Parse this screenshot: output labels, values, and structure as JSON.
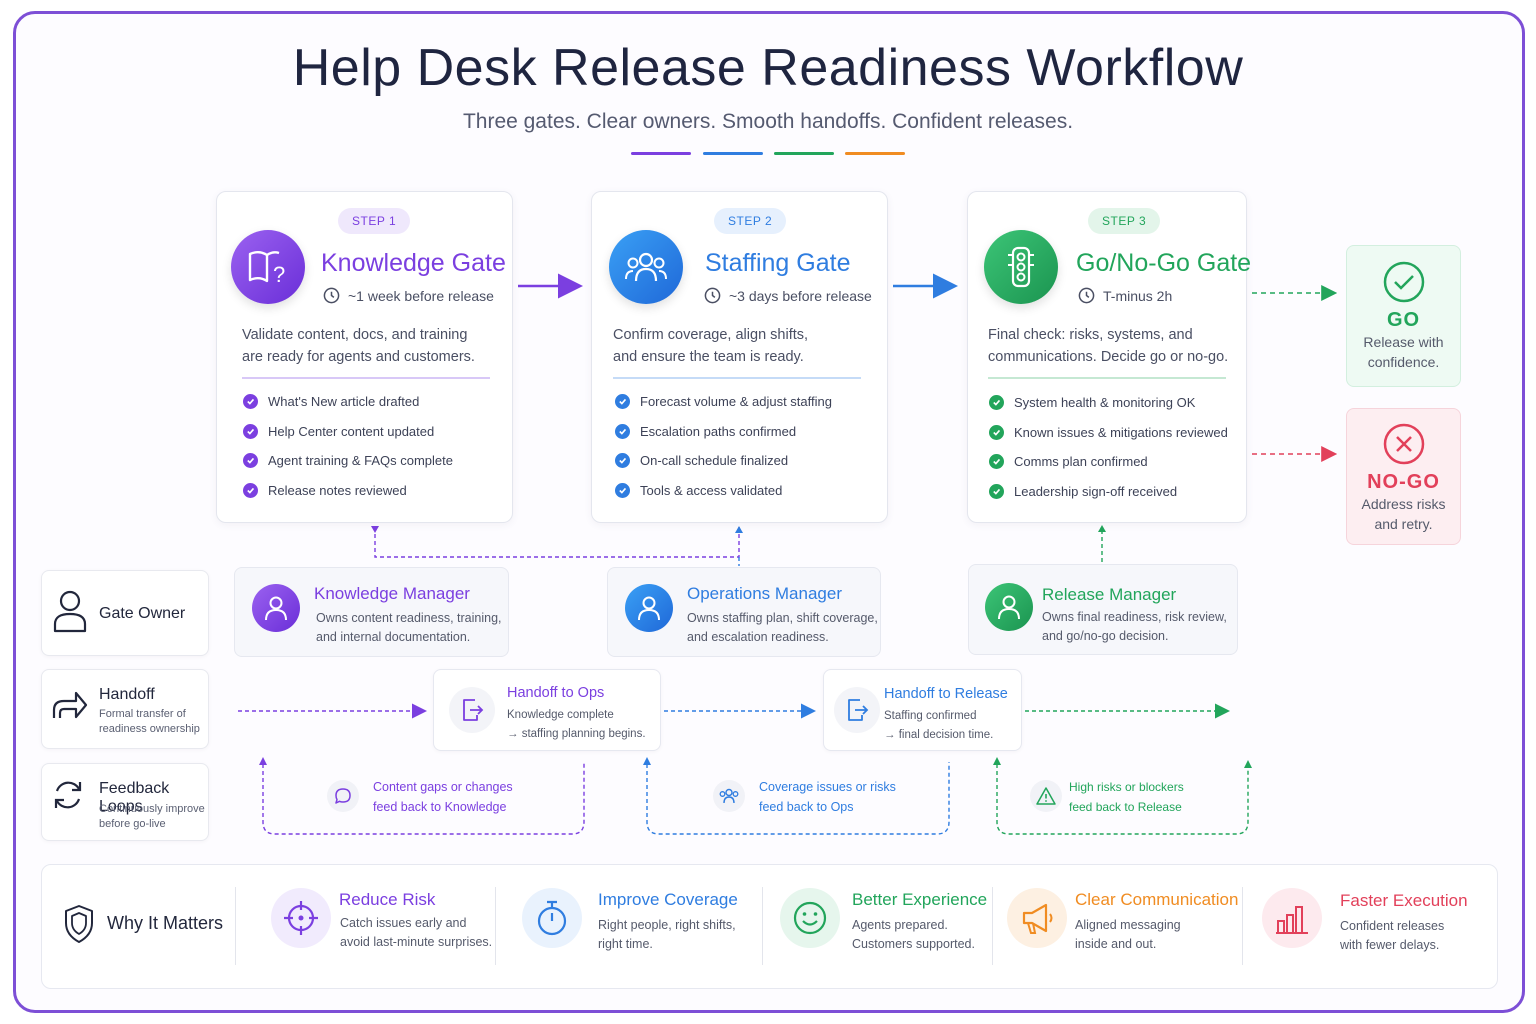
{
  "header": {
    "title": "Help Desk Release Readiness Workflow",
    "subtitle": "Three gates. Clear owners. Smooth handoffs. Confident releases.",
    "accent_colors": [
      "#7b3fe0",
      "#2f7de0",
      "#22a55b",
      "#f08c22"
    ]
  },
  "gates": [
    {
      "step": "STEP 1",
      "title": "Knowledge Gate",
      "icon": "book-question-icon",
      "time": "~1 week before release",
      "desc_line1": "Validate content, docs, and training",
      "desc_line2": "are ready for agents and customers.",
      "color": "#7b3fe0",
      "items": [
        "What's New article drafted",
        "Help Center content updated",
        "Agent training & FAQs complete",
        "Release notes reviewed"
      ]
    },
    {
      "step": "STEP 2",
      "title": "Staffing Gate",
      "icon": "team-icon",
      "time": "~3 days before release",
      "desc_line1": "Confirm coverage, align shifts,",
      "desc_line2": "and ensure the team is ready.",
      "color": "#2f7de0",
      "items": [
        "Forecast volume & adjust staffing",
        "Escalation paths confirmed",
        "On-call schedule finalized",
        "Tools & access validated"
      ]
    },
    {
      "step": "STEP 3",
      "title": "Go/No-Go Gate",
      "icon": "traffic-light-icon",
      "time": "T-minus 2h",
      "desc_line1": "Final check: risks, systems, and",
      "desc_line2": "communications. Decide go or no-go.",
      "color": "#22a55b",
      "items": [
        "System health & monitoring OK",
        "Known issues & mitigations reviewed",
        "Comms plan confirmed",
        "Leadership sign-off received"
      ]
    }
  ],
  "outcomes": {
    "go": {
      "label": "GO",
      "line1": "Release with",
      "line2": "confidence.",
      "color": "#22a55b"
    },
    "nogo": {
      "label": "NO-GO",
      "line1": "Address risks",
      "line2": "and retry.",
      "color": "#e2405a"
    }
  },
  "legend": {
    "owner": {
      "title": "Gate Owner"
    },
    "handoff": {
      "title": "Handoff",
      "line1": "Formal transfer of",
      "line2": "readiness ownership"
    },
    "feedback": {
      "title": "Feedback Loops",
      "line1": "Continuously improve",
      "line2": "before go-live"
    }
  },
  "roles": [
    {
      "title": "Knowledge Manager",
      "line1": "Owns content readiness, training,",
      "line2": "and internal documentation.",
      "color": "#7b3fe0"
    },
    {
      "title": "Operations Manager",
      "line1": "Owns staffing plan, shift coverage,",
      "line2": "and escalation readiness.",
      "color": "#2f7de0"
    },
    {
      "title": "Release Manager",
      "line1": "Owns final readiness, risk review,",
      "line2": "and go/no-go decision.",
      "color": "#22a55b"
    }
  ],
  "handoffs": [
    {
      "title": "Handoff to Ops",
      "line1": "Knowledge complete",
      "line2": "→ staffing planning begins.",
      "color": "#7b3fe0"
    },
    {
      "title": "Handoff to Release",
      "line1": "Staffing confirmed",
      "line2": "→ final decision time.",
      "color": "#2f7de0"
    }
  ],
  "feedback": [
    {
      "line1": "Content gaps or changes",
      "line2": "feed back to Knowledge",
      "color": "#7b3fe0"
    },
    {
      "line1": "Coverage issues or risks",
      "line2": "feed back to Ops",
      "color": "#2f7de0"
    },
    {
      "line1": "High risks or blockers",
      "line2": "feed back to Release",
      "color": "#22a55b"
    }
  ],
  "why": {
    "title": "Why It Matters",
    "items": [
      {
        "title": "Reduce Risk",
        "line1": "Catch issues early and",
        "line2": "avoid last-minute surprises.",
        "color": "#7b3fe0"
      },
      {
        "title": "Improve Coverage",
        "line1": "Right people, right shifts,",
        "line2": "right time.",
        "color": "#2f7de0"
      },
      {
        "title": "Better Experience",
        "line1": "Agents prepared.",
        "line2": "Customers supported.",
        "color": "#22a55b"
      },
      {
        "title": "Clear Communication",
        "line1": "Aligned messaging",
        "line2": "inside and out.",
        "color": "#f08c22"
      },
      {
        "title": "Faster Execution",
        "line1": "Confident releases",
        "line2": "with fewer delays.",
        "color": "#e2405a"
      }
    ]
  }
}
